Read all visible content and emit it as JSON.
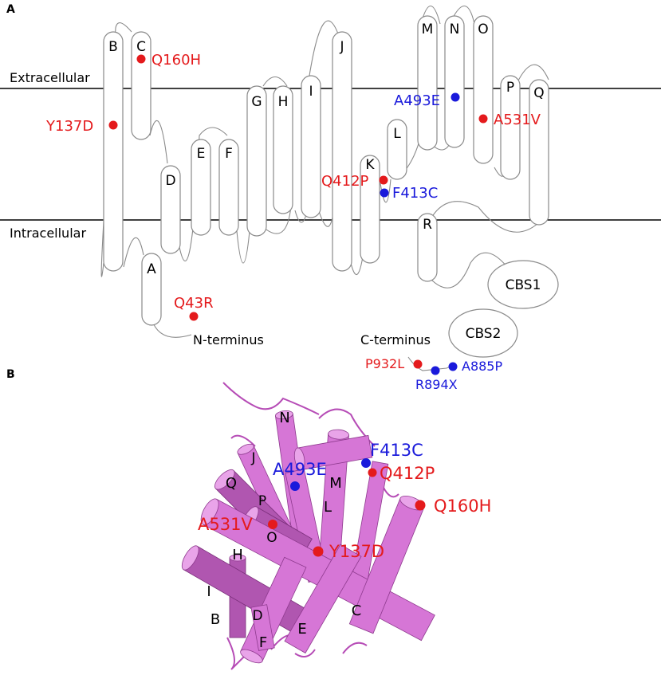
{
  "panels": {
    "a": {
      "letter": "A"
    },
    "b": {
      "letter": "B"
    }
  },
  "membrane": {
    "extracellular": "Extracellular",
    "intracellular": "Intracellular"
  },
  "helices_topology": [
    "A",
    "B",
    "C",
    "D",
    "E",
    "F",
    "G",
    "H",
    "I",
    "J",
    "K",
    "L",
    "M",
    "N",
    "O",
    "P",
    "Q",
    "R"
  ],
  "domains": {
    "cbs1": "CBS1",
    "cbs2": "CBS2"
  },
  "termini": {
    "n": "N-terminus",
    "c": "C-terminus"
  },
  "mutations_topology": [
    {
      "id": "Q160H",
      "color": "#e41a1c"
    },
    {
      "id": "Y137D",
      "color": "#e41a1c"
    },
    {
      "id": "A493E",
      "color": "#1a1adb"
    },
    {
      "id": "A531V",
      "color": "#e41a1c"
    },
    {
      "id": "Q412P",
      "color": "#e41a1c"
    },
    {
      "id": "F413C",
      "color": "#1a1adb"
    },
    {
      "id": "Q43R",
      "color": "#e41a1c"
    },
    {
      "id": "P932L",
      "color": "#e41a1c"
    },
    {
      "id": "R894X",
      "color": "#1a1adb"
    },
    {
      "id": "A885P",
      "color": "#1a1adb"
    }
  ],
  "helices_structure": [
    "N",
    "J",
    "M",
    "Q",
    "P",
    "L",
    "O",
    "H",
    "I",
    "B",
    "D",
    "F",
    "E",
    "C"
  ],
  "mutations_structure": [
    {
      "id": "F413C",
      "color": "#1a1adb"
    },
    {
      "id": "Q412P",
      "color": "#e41a1c"
    },
    {
      "id": "A493E",
      "color": "#1a1adb"
    },
    {
      "id": "Q160H",
      "color": "#e41a1c"
    },
    {
      "id": "A531V",
      "color": "#e41a1c"
    },
    {
      "id": "Y137D",
      "color": "#e41a1c"
    }
  ],
  "colors": {
    "mutation_red": "#e41a1c",
    "mutation_blue": "#1a1adb",
    "cartoon": "#d676d6"
  }
}
